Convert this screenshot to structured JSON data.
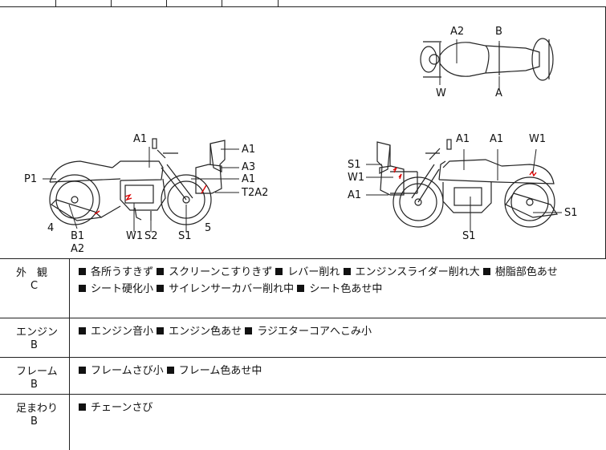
{
  "diagram": {
    "top_view_labels": {
      "a2": "A2",
      "b": "B",
      "w": "W",
      "a": "A"
    },
    "left_bike_labels": {
      "a1_tank": "A1",
      "a1_screen": "A1",
      "a3": "A3",
      "a1_cowl": "A1",
      "t2a2": "T2A2",
      "p1": "P1",
      "num4": "4",
      "b1": "B1",
      "a2": "A2",
      "w1": "W1",
      "s2": "S2",
      "s1": "S1",
      "num5": "5"
    },
    "right_bike_labels": {
      "s1_screen": "S1",
      "w1_screen": "W1",
      "a1_cowl": "A1",
      "a1_tank": "A1",
      "a1_side": "A1",
      "w1_tail": "W1",
      "s1_wheel": "S1",
      "s1_engine": "S1"
    }
  },
  "sections": [
    {
      "name": "外　観",
      "grade": "C",
      "items": [
        "各所うすきず",
        "スクリーンこすりきず",
        "レバー削れ",
        "エンジンスライダー削れ大",
        "樹脂部色あせ",
        "シート硬化小",
        "サイレンサーカバー削れ中",
        "シート色あせ中"
      ]
    },
    {
      "name": "エンジン",
      "grade": "B",
      "items": [
        "エンジン音小",
        "エンジン色あせ",
        "ラジエターコアへこみ小"
      ]
    },
    {
      "name": "フレーム",
      "grade": "B",
      "items": [
        "フレームさび小",
        "フレーム色あせ中"
      ]
    },
    {
      "name": "足まわり",
      "grade": "B",
      "items": [
        "チェーンさび"
      ]
    }
  ]
}
